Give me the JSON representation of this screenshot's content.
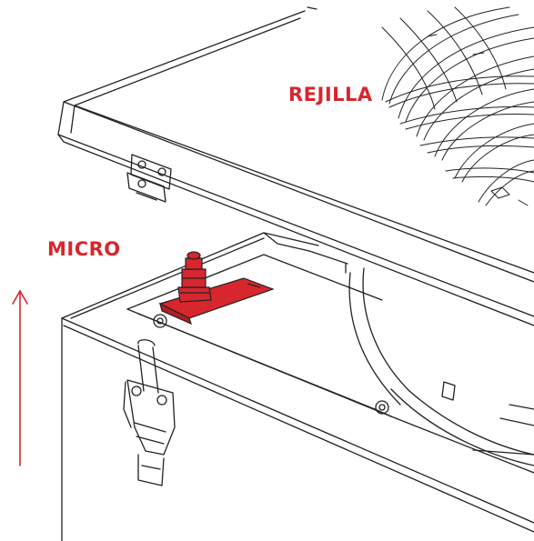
{
  "labels": {
    "rejilla": "REJILLA",
    "micro": "MICRO"
  },
  "colors": {
    "accent": "#d7262e",
    "line": "#222222",
    "background": "#ffffff"
  },
  "icons": {
    "arrow": "up-arrow",
    "micro_switch": "red-micro-switch",
    "latch": "toggle-latch"
  }
}
